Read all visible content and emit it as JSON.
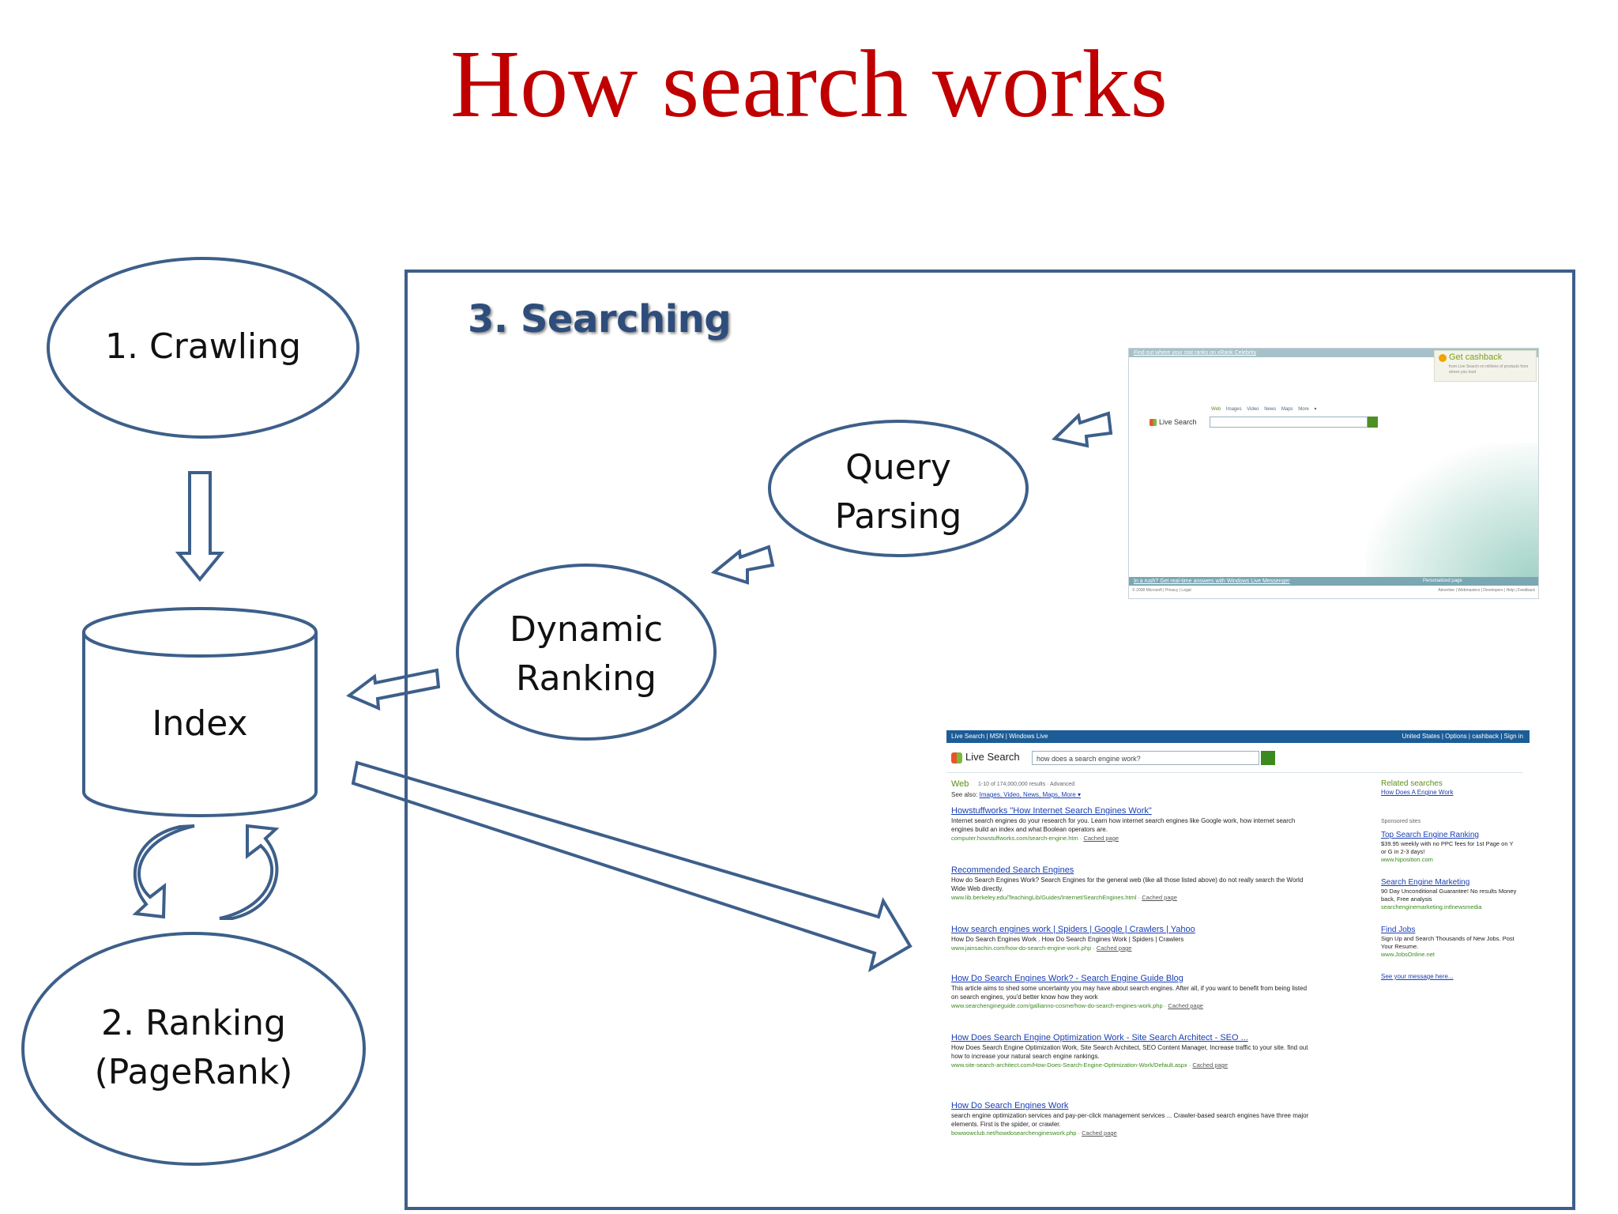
{
  "slide": {
    "title": "How search works",
    "searching_label": "3. Searching"
  },
  "nodes": {
    "crawling": "1. Crawling",
    "index": "Index",
    "ranking_line1": "2. Ranking",
    "ranking_line2": "(PageRank)",
    "query_line1": "Query",
    "query_line2": "Parsing",
    "dynamic_line1": "Dynamic",
    "dynamic_line2": "Ranking"
  },
  "colors": {
    "title": "#c00000",
    "shape_stroke": "#3d5f8a",
    "searching_text": "#2e4d7b"
  },
  "home_screenshot": {
    "top_link": "Find out where your stat ranks on xRank Celebrity",
    "promo_title": "Get cashback",
    "promo_text": "from Live Search on millions of products from stores you trust",
    "tabs": [
      "Web",
      "Images",
      "Video",
      "News",
      "Maps",
      "More ▾"
    ],
    "logo": "Live Search",
    "bottom_link": "In a rush? Get real-time answers with Windows Live Messenger",
    "personalized": "Personalized page",
    "footer_left": "© 2008 Microsoft | Privacy | Legal",
    "footer_right": "Advertise | Webmasters | Developers | Help | Feedback"
  },
  "results_screenshot": {
    "nav_left": "Live Search  |  MSN  |  Windows Live",
    "nav_right": "United States  |  Options  |  cashback  |  Sign in",
    "logo": "Live Search",
    "query": "how does a search engine work?",
    "web_label": "Web",
    "result_count": "1-10 of 174,000,000 results · Advanced",
    "see_also_label": "See also:",
    "see_also_links": "Images, Video, News, Maps, More ▾",
    "results": [
      {
        "title": "Howstuffworks \"How Internet Search Engines Work\"",
        "snippet": "Internet search engines do your research for you. Learn how internet search engines like Google work, how internet search engines build an index and what Boolean operators are.",
        "url": "computer.howstuffworks.com/search-engine.htm",
        "cached": "Cached page"
      },
      {
        "title": "Recommended Search Engines",
        "snippet": "How do Search Engines Work? Search Engines for the general web (like all those listed above) do not really search the World Wide Web directly.",
        "url": "www.lib.berkeley.edu/TeachingLib/Guides/Internet/SearchEngines.html",
        "cached": "Cached page"
      },
      {
        "title": "How search engines work | Spiders | Google | Crawlers | Yahoo",
        "snippet": "How Do Search Engines Work . How Do Search Engines Work | Spiders | Crawlers",
        "url": "www.jainsachin.com/how-do-search-engine-work.php",
        "cached": "Cached page"
      },
      {
        "title": "How Do Search Engines Work? - Search Engine Guide Blog",
        "snippet": "This article aims to shed some uncertainty you may have about search engines. After all, if you want to benefit from being listed on search engines, you'd better know how they work",
        "url": "www.searchengineguide.com/gallianno-cosme/how-do-search-engines-work.php",
        "cached": "Cached page"
      },
      {
        "title": "How Does Search Engine Optimization Work - Site Search Architect - SEO ...",
        "snippet": "How Does Search Engine Optimization Work, Site Search Architect, SEO Content Manager, Increase traffic to your site. find out how to increase your natural search engine rankings.",
        "url": "www.site-search-architect.com/How-Does-Search-Engine-Optimization-Work/Default.aspx",
        "cached": "Cached page"
      },
      {
        "title": "How Do Search Engines Work",
        "snippet": "search engine optimization services and pay-per-click management services ... Crawler-based search engines have three major elements. First is the spider, or crawler.",
        "url": "bowwowclub.net/howdosearchengineswork.php",
        "cached": "Cached page"
      }
    ],
    "related_heading": "Related searches",
    "related_link": "How Does A Engine Work",
    "sponsored_label": "Sponsored sites",
    "ads": [
      {
        "title": "Top Search Engine Ranking",
        "text": "$39.95 weekly with no PPC fees for 1st Page on Y or G in 2-3 days!",
        "url": "www.hiposition.com"
      },
      {
        "title": "Search Engine Marketing",
        "text": "90 Day Unconditional Guarantee! No results Money back, Free analysis",
        "url": "searchenginemarketing.intlnewsmedia"
      },
      {
        "title": "Find Jobs",
        "text": "Sign Up and Search Thousands of New Jobs. Post Your Resume.",
        "url": "www.JobsOnline.net"
      }
    ],
    "see_message": "See your message here..."
  }
}
